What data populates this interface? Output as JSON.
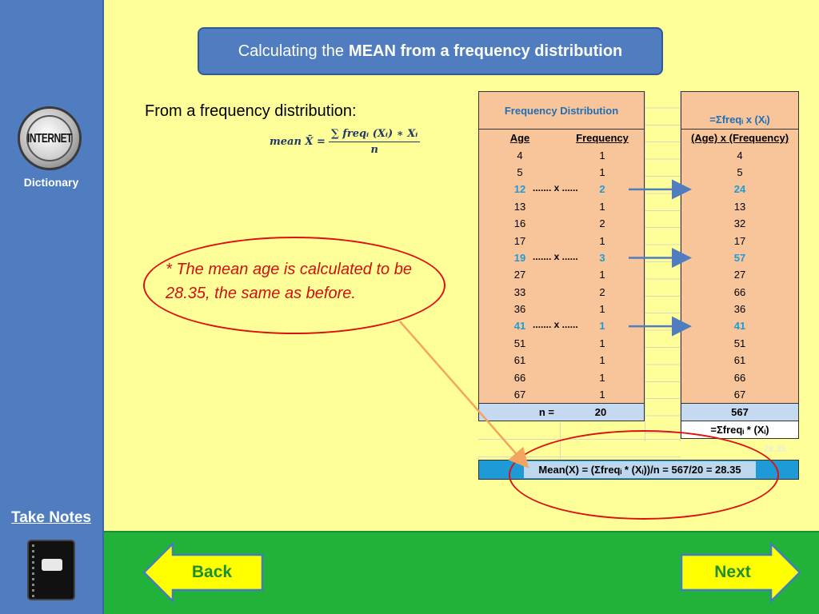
{
  "sidebar": {
    "internet_logo_text": "INTERNET",
    "dictionary_label": "Dictionary",
    "take_notes_label": "Take Notes"
  },
  "title": {
    "prefix": "Calculating the",
    "bold": "MEAN from a frequency distribution"
  },
  "intro": "From a frequency distribution:",
  "formula": {
    "lhs": "mean X̄ =",
    "numerator": "∑ freqᵢ (Xᵢ) ∗ Xᵢ",
    "denominator": "n"
  },
  "note": "* The mean age is calculated to be  28.35, the same as before.",
  "freq_table": {
    "header": "Frequency Distribution",
    "col_age": "Age",
    "col_freq": "Frequency",
    "rows": [
      {
        "age": "4",
        "freq": "1"
      },
      {
        "age": "5",
        "freq": "1"
      },
      {
        "age": "12",
        "freq": "2"
      },
      {
        "age": "13",
        "freq": "1"
      },
      {
        "age": "16",
        "freq": "2"
      },
      {
        "age": "17",
        "freq": "1"
      },
      {
        "age": "19",
        "freq": "3"
      },
      {
        "age": "27",
        "freq": "1"
      },
      {
        "age": "33",
        "freq": "2"
      },
      {
        "age": "36",
        "freq": "1"
      },
      {
        "age": "41",
        "freq": "1"
      },
      {
        "age": "51",
        "freq": "1"
      },
      {
        "age": "61",
        "freq": "1"
      },
      {
        "age": "66",
        "freq": "1"
      },
      {
        "age": "67",
        "freq": "1"
      }
    ],
    "highlight_rows": [
      2,
      6,
      10
    ],
    "dots_text": "....... x ......",
    "n_label": "n =",
    "n_value": "20"
  },
  "product_table": {
    "header": "=Σfreqᵢ x (Xᵢ)",
    "col_head": "(Age) x (Frequency)",
    "values": [
      "4",
      "5",
      "24",
      "13",
      "32",
      "17",
      "57",
      "27",
      "66",
      "36",
      "41",
      "51",
      "61",
      "66",
      "67"
    ],
    "sum": "567",
    "sum_label": "=Σfreqᵢ * (Xᵢ)"
  },
  "faded_value": "28.35",
  "mean_result": "Mean(X) = (Σfreqᵢ * (Xᵢ))/n = 567/20 = 28.35",
  "nav": {
    "back_label": "Back",
    "next_label": "Next"
  },
  "colors": {
    "background": "#FFFF99",
    "sidebar": "#4F7DC0",
    "bottom_bar": "#22B23A",
    "table_fill": "#F8C49A",
    "highlight_blue": "#1E9BD7",
    "note_red": "#D01010",
    "nav_arrow_fill": "#FFFF00"
  }
}
